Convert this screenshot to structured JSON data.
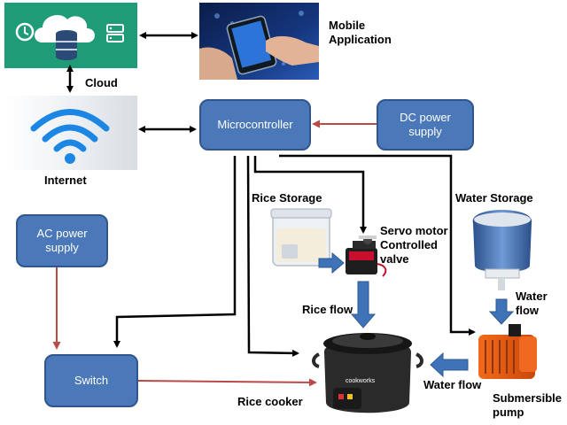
{
  "nodes": {
    "microcontroller": "Microcontroller",
    "dc_power": "DC power supply",
    "ac_power": "AC power supply",
    "switch": "Switch"
  },
  "labels": {
    "mobile_app": "Mobile Application",
    "cloud": "Cloud",
    "internet": "Internet",
    "rice_storage": "Rice Storage",
    "servo_valve": "Servo motor Controlled valve",
    "rice_flow": "Rice flow",
    "water_storage": "Water Storage",
    "water_flow_1": "Water flow",
    "water_flow_2": "Water flow",
    "submersible_pump": "Submersible pump",
    "rice_cooker": "Rice cooker",
    "cooker_brand": "cookworks"
  },
  "icons": [
    "clock-icon",
    "database-icon",
    "server-icon",
    "wifi-icon",
    "hand-phone-image",
    "rice-container-image",
    "servo-motor-image",
    "water-tank-image",
    "pump-image",
    "rice-cooker-image"
  ],
  "colors": {
    "cloud_bg": "#1f9b78",
    "box_fill": "#4a78b8",
    "power_arrow": "#b94a48",
    "flow_arrow": "#3f73b8",
    "signal_arrow": "#000000"
  }
}
